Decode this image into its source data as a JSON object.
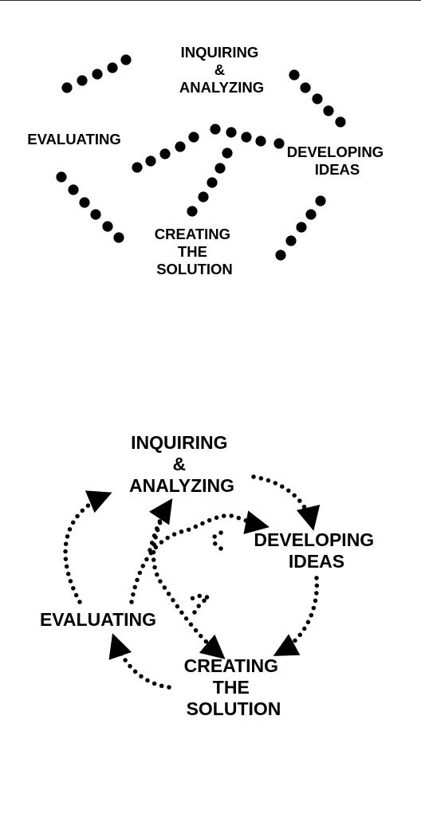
{
  "diagram_top": {
    "labels": {
      "inquiring": [
        "INQUIRING",
        "&",
        "ANALYZING"
      ],
      "evaluating": [
        "EVALUATING"
      ],
      "developing": [
        "DEVELOPING",
        "IDEAS"
      ],
      "creating": [
        "CREATING",
        "THE",
        "SOLUTION"
      ]
    }
  },
  "diagram_bottom": {
    "labels": {
      "inquiring": [
        "INQUIRING",
        "&",
        "ANALYZING"
      ],
      "evaluating": [
        "EVALUATING"
      ],
      "developing": [
        "DEVELOPING",
        "IDEAS"
      ],
      "creating": [
        "CREATING",
        "THE",
        "SOLUTION"
      ]
    }
  },
  "colors": {
    "ink": "#000000",
    "background": "#ffffff"
  }
}
